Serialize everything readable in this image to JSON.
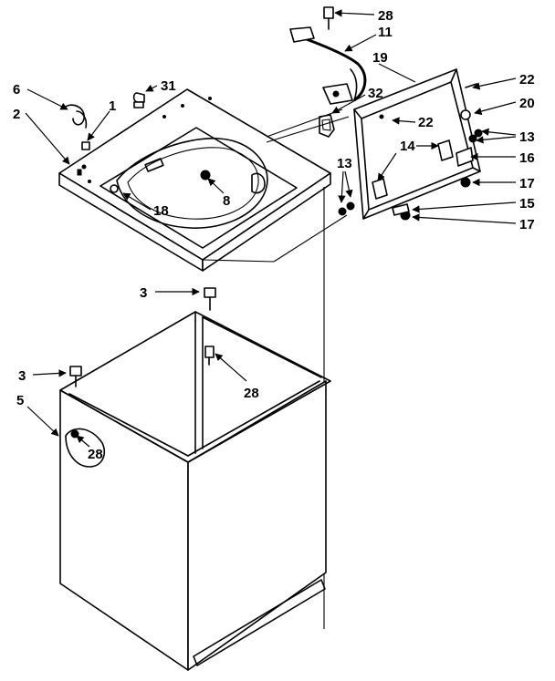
{
  "callouts": {
    "c28_top": "28",
    "c11": "11",
    "c19": "19",
    "c22_right": "22",
    "c20": "20",
    "c13_right": "13",
    "c16": "16",
    "c17_a": "17",
    "c15": "15",
    "c17_b": "17",
    "c6": "6",
    "c31": "31",
    "c32": "32",
    "c1": "1",
    "c2": "2",
    "c22_inner": "22",
    "c14": "14",
    "c13_left": "13",
    "c8": "8",
    "c18": "18",
    "c3_upper": "3",
    "c28_mid": "28",
    "c3_lower": "3",
    "c5": "5",
    "c28_low": "28"
  }
}
